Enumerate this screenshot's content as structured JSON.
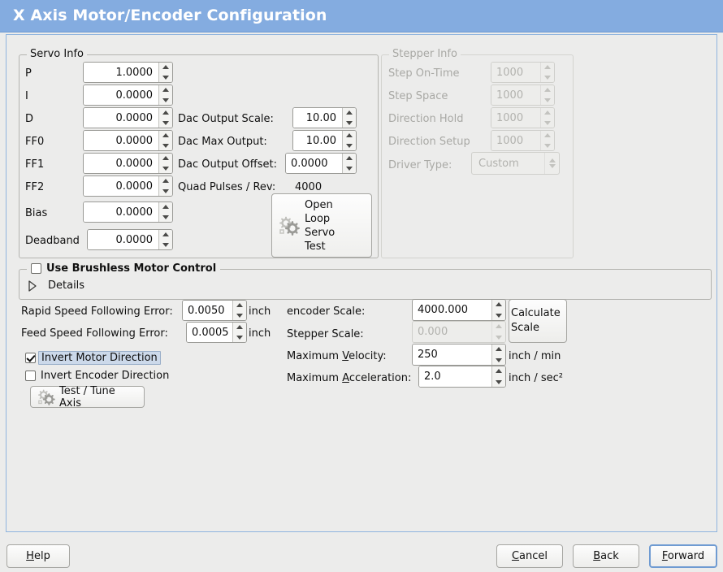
{
  "window": {
    "title": "X Axis Motor/Encoder Configuration",
    "header_color": "#84ace0"
  },
  "servo_info": {
    "legend": "Servo Info",
    "rows": [
      {
        "label": "P",
        "value": "1.0000"
      },
      {
        "label": "I",
        "value": "0.0000"
      },
      {
        "label": "D",
        "value": "0.0000"
      },
      {
        "label": "FF0",
        "value": "0.0000"
      },
      {
        "label": "FF1",
        "value": "0.0000"
      },
      {
        "label": "FF2",
        "value": "0.0000"
      },
      {
        "label": "Bias",
        "value": "0.0000"
      },
      {
        "label": "Deadband",
        "value": "0.0000"
      }
    ],
    "dac": [
      {
        "label": "Dac Output Scale:",
        "value": "10.00"
      },
      {
        "label": "Dac Max Output:",
        "value": "10.00"
      },
      {
        "label": "Dac Output Offset:",
        "value": "0.0000"
      }
    ],
    "quad_pulses_label": "Quad Pulses / Rev:",
    "quad_pulses_value": "4000",
    "open_loop_button": [
      "Open",
      "Loop",
      "Servo",
      "Test"
    ]
  },
  "stepper_info": {
    "legend": "Stepper Info",
    "rows": [
      {
        "label": "Step On-Time",
        "value": "1000"
      },
      {
        "label": "Step Space",
        "value": "1000"
      },
      {
        "label": "Direction Hold",
        "value": "1000"
      },
      {
        "label": "Direction Setup",
        "value": "1000"
      }
    ],
    "driver_type_label": "Driver Type:",
    "driver_type_value": "Custom"
  },
  "brushless": {
    "legend": "Use Brushless Motor Control",
    "checked": false,
    "details_label": "Details",
    "details_expanded": false
  },
  "tuning": {
    "rapid_label": "Rapid Speed Following Error:",
    "rapid_value": "0.0050",
    "rapid_unit": "inch",
    "feed_label": "Feed Speed Following Error:",
    "feed_value": "0.0005",
    "feed_unit": "inch",
    "invert_motor_label": "Invert Motor Direction",
    "invert_motor_checked": true,
    "invert_encoder_label": "Invert Encoder Direction",
    "invert_encoder_checked": false,
    "test_tune_label": "Test / Tune Axis"
  },
  "scales": {
    "encoder_scale_label": "encoder Scale:",
    "encoder_scale_value": "4000.000",
    "stepper_scale_label": "Stepper Scale:",
    "stepper_scale_value": "0.000",
    "stepper_scale_disabled": true,
    "calculate_scale_button": [
      "Calculate",
      "Scale"
    ],
    "max_velocity_label_pre": "Maximum ",
    "max_velocity_label_key": "V",
    "max_velocity_label_post": "elocity:",
    "max_velocity_value": "250",
    "max_velocity_unit": "inch / min",
    "max_accel_label_pre": "Maximum ",
    "max_accel_label_key": "A",
    "max_accel_label_post": "cceleration:",
    "max_accel_value": "2.0",
    "max_accel_unit": "inch / sec²"
  },
  "footer": {
    "help_key": "H",
    "help_rest": "elp",
    "cancel_key": "C",
    "cancel_rest": "ancel",
    "back_key": "B",
    "back_rest": "ack",
    "forward_key": "F",
    "forward_rest": "orward"
  }
}
